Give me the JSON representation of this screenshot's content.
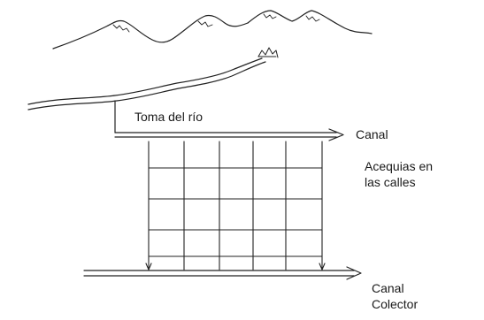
{
  "labels": {
    "intake": "Toma del río",
    "canal": "Canal",
    "street_ditches_line1": "Acequias en",
    "street_ditches_line2": "las calles",
    "collector_line1": "Canal",
    "collector_line2": "Colector"
  }
}
